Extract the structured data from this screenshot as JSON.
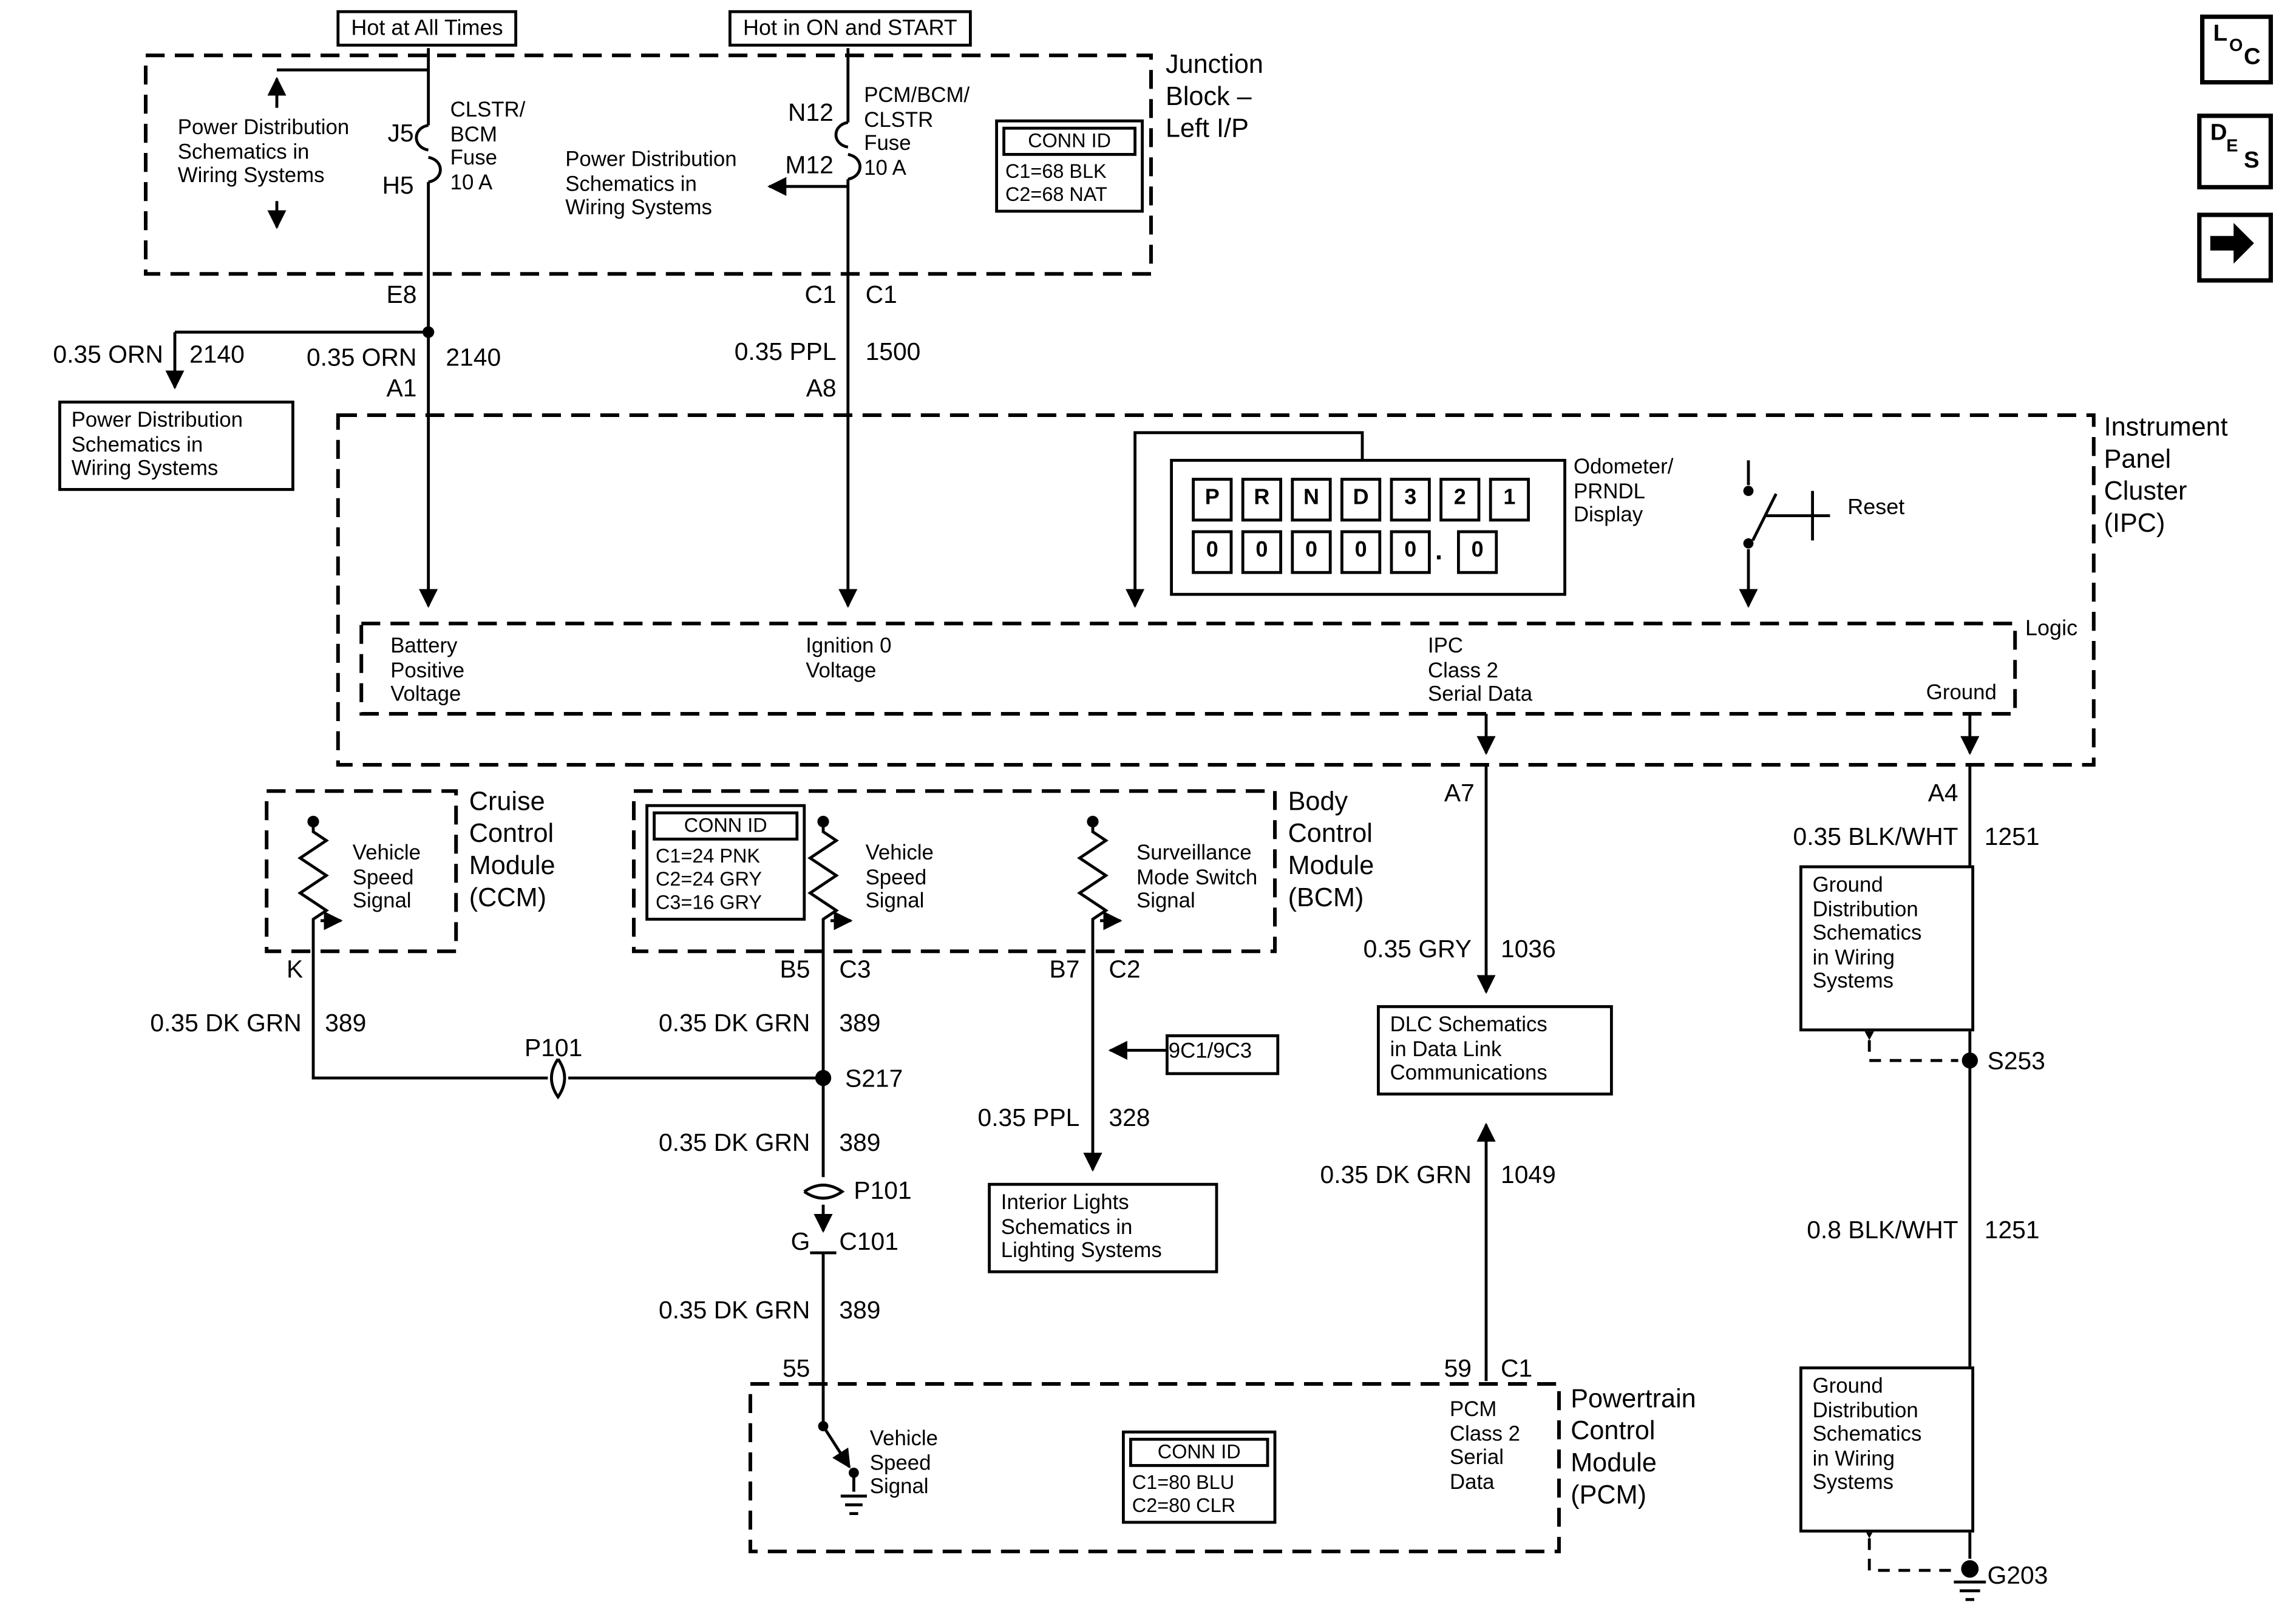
{
  "feeds": {
    "hot_all_times": "Hot at All Times",
    "hot_on_start": "Hot in ON and START"
  },
  "junction_block": {
    "title": "Junction\nBlock –\nLeft I/P",
    "left_ref": "Power Distribution\nSchematics in\nWiring Systems",
    "mid_ref": "Power Distribution\nSchematics in\nWiring Systems",
    "fuse_left": {
      "pin_top": "J5",
      "pin_bottom": "H5",
      "label": "CLSTR/\nBCM\nFuse\n10 A"
    },
    "fuse_right": {
      "pin_top": "N12",
      "pin_bottom": "M12",
      "label": "PCM/BCM/\nCLSTR\nFuse\n10 A"
    },
    "conn_id": {
      "header": "CONN ID",
      "rows": [
        "C1=68 BLK",
        "C2=68 NAT"
      ]
    }
  },
  "pins": {
    "e8": "E8",
    "c1_left": "C1",
    "c1_right": "C1",
    "a1": "A1",
    "a8": "A8",
    "a7": "A7",
    "a4": "A4",
    "k": "K",
    "b5": "B5",
    "c3": "C3",
    "b7": "B7",
    "c2": "C2",
    "g": "G",
    "c101": "C101",
    "pin55": "55",
    "pin59": "59",
    "c1_pcm": "C1"
  },
  "wires": {
    "orn_branch": {
      "gauge": "0.35 ORN",
      "circuit": "2140"
    },
    "orn_main": {
      "gauge": "0.35 ORN",
      "circuit": "2140"
    },
    "ppl_1500": {
      "gauge": "0.35 PPL",
      "circuit": "1500"
    },
    "gry_1036": {
      "gauge": "0.35 GRY",
      "circuit": "1036"
    },
    "blkwht_upper": {
      "gauge": "0.35 BLK/WHT",
      "circuit": "1251"
    },
    "blkwht_lower": {
      "gauge": "0.8 BLK/WHT",
      "circuit": "1251"
    },
    "dkgrn_k": {
      "gauge": "0.35 DK GRN",
      "circuit": "389"
    },
    "dkgrn_b5": {
      "gauge": "0.35 DK GRN",
      "circuit": "389"
    },
    "dkgrn_mid": {
      "gauge": "0.35 DK GRN",
      "circuit": "389"
    },
    "dkgrn_low": {
      "gauge": "0.35 DK GRN",
      "circuit": "389"
    },
    "dkgrn_1049": {
      "gauge": "0.35 DK GRN",
      "circuit": "1049"
    },
    "ppl_328": {
      "gauge": "0.35 PPL",
      "circuit": "328"
    }
  },
  "ref_boxes": {
    "power_dist": "Power Distribution\nSchematics in\nWiring Systems",
    "interior_lights": "Interior Lights\nSchematics in\nLighting Systems",
    "dlc": "DLC Schematics\nin Data Link\nCommunications",
    "ground_dist_upper": "Ground\nDistribution\nSchematics\nin Wiring\nSystems",
    "ground_dist_lower": "Ground\nDistribution\nSchematics\nin Wiring\nSystems",
    "ref_9c": "9C1/9C3"
  },
  "ipc": {
    "title": "Instrument\nPanel\nCluster\n(IPC)",
    "display_label": "Odometer/\nPRNDL\nDisplay",
    "prndl_chars": [
      "P",
      "R",
      "N",
      "D",
      "3",
      "2",
      "1"
    ],
    "odo_chars": [
      "0",
      "0",
      "0",
      "0",
      "0",
      ".",
      "0"
    ],
    "reset": "Reset",
    "logic": "Logic",
    "battery": "Battery\nPositive\nVoltage",
    "ignition": "Ignition 0\nVoltage",
    "serial": "IPC\nClass 2\nSerial Data",
    "ground": "Ground"
  },
  "ccm": {
    "title": "Cruise\nControl\nModule\n(CCM)",
    "vss": "Vehicle\nSpeed\nSignal"
  },
  "bcm": {
    "title": "Body\nControl\nModule\n(BCM)",
    "conn_id": {
      "header": "CONN ID",
      "rows": [
        "C1=24 PNK",
        "C2=24 GRY",
        "C3=16 GRY"
      ]
    },
    "vss": "Vehicle\nSpeed\nSignal",
    "surveillance": "Surveillance\nMode Switch\nSignal"
  },
  "pcm": {
    "title": "Powertrain\nControl\nModule\n(PCM)",
    "conn_id": {
      "header": "CONN ID",
      "rows": [
        "C1=80 BLU",
        "C2=80 CLR"
      ]
    },
    "vss": "Vehicle\nSpeed\nSignal",
    "serial": "PCM\nClass 2\nSerial\nData"
  },
  "splices": {
    "p101_h": "P101",
    "p101_v": "P101",
    "s217": "S217",
    "s253": "S253",
    "g203": "G203"
  },
  "corner_icons": {
    "loc": [
      "L",
      "O",
      "C"
    ],
    "des": [
      "D",
      "E",
      "S"
    ],
    "arrow": "forward-arrow"
  },
  "colors": {
    "ink": "#000000",
    "paper": "#ffffff"
  }
}
